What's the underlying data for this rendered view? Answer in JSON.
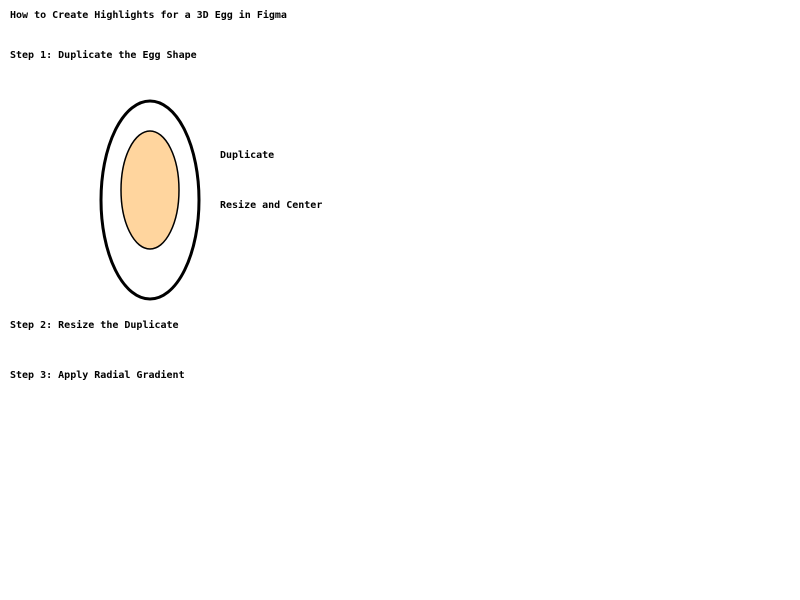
{
  "title": "How to Create Highlights for a 3D Egg in Figma",
  "steps": {
    "step1": "Step 1: Duplicate the Egg Shape",
    "step2": "Step 2: Resize the Duplicate",
    "step3": "Step 3: Apply Radial Gradient"
  },
  "labels": {
    "duplicate": "Duplicate",
    "resize_center": "Resize and Center"
  },
  "colors": {
    "outline": "#000000",
    "inner_fill": "#FFD59E",
    "background": "#FFFFFF"
  }
}
